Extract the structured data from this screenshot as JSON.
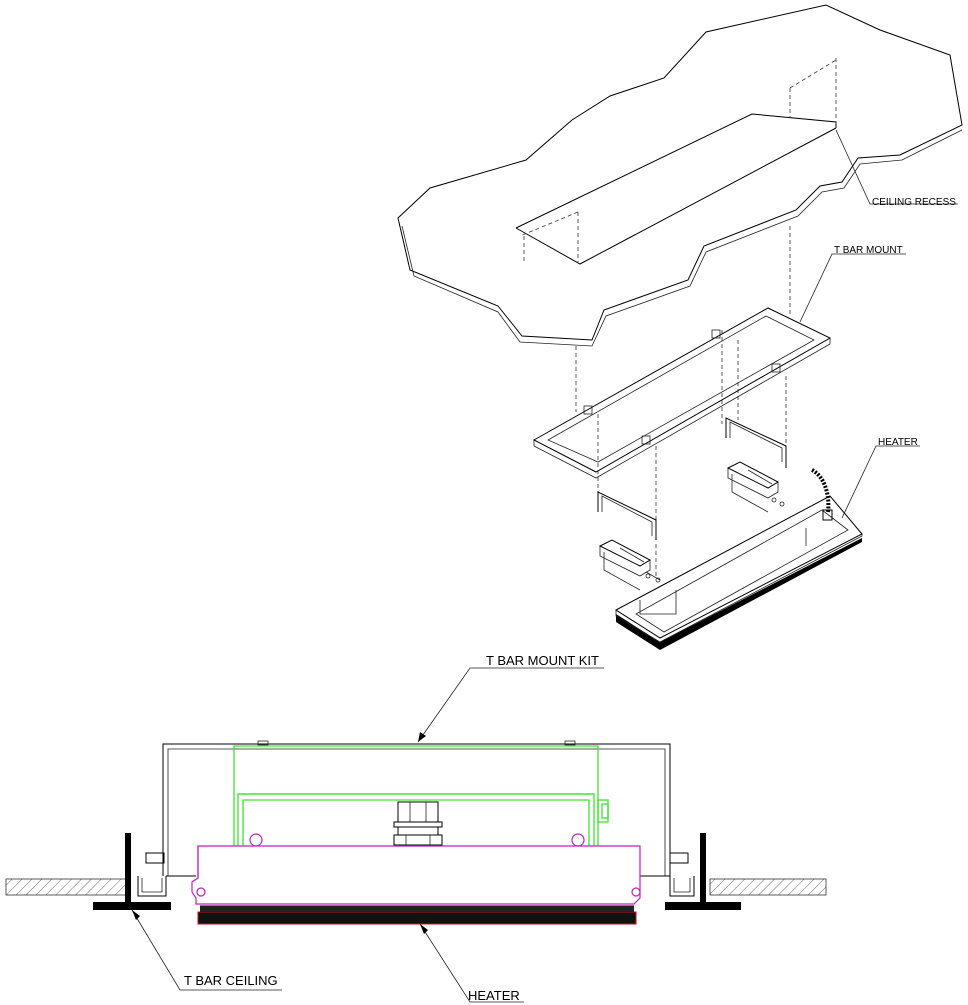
{
  "labels": {
    "ceiling_recess": "CEILING RECESS",
    "t_bar_mount": "T BAR MOUNT",
    "heater_iso": "HEATER",
    "t_bar_mount_kit": "T BAR MOUNT KIT",
    "t_bar_ceiling": "T BAR CEILING",
    "heater_section": "HEATER"
  },
  "colors": {
    "mount_kit_outline": "#39e62a",
    "heater_body_outline": "#c41fc4",
    "heater_element_edge": "#c0101a"
  }
}
